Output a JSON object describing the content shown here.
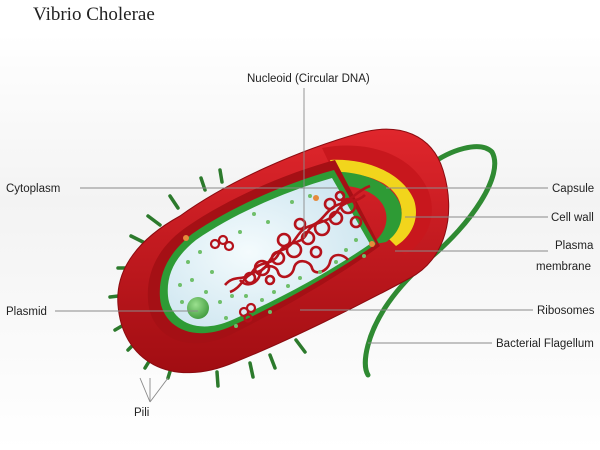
{
  "title": "Vibrio Cholerae",
  "labels": {
    "nucleoid": "Nucleoid (Circular DNA)",
    "cytoplasm": "Cytoplasm",
    "plasmid": "Plasmid",
    "pili": "Pili",
    "capsule": "Capsule",
    "cell_wall": "Cell wall",
    "plasma_1": "Plasma",
    "plasma_2": "membrane",
    "ribosomes": "Ribosomes",
    "flagellum": "Bacterial Flagellum"
  },
  "colors": {
    "capsule": "#c41016",
    "cell_wall": "#f2d51c",
    "plasma_membrane": "#2e9b35",
    "cytoplasm": "#d7ecf5",
    "dna": "#b5121b",
    "flagellum": "#2f8a32",
    "ribosome": "#6fbf6a"
  }
}
